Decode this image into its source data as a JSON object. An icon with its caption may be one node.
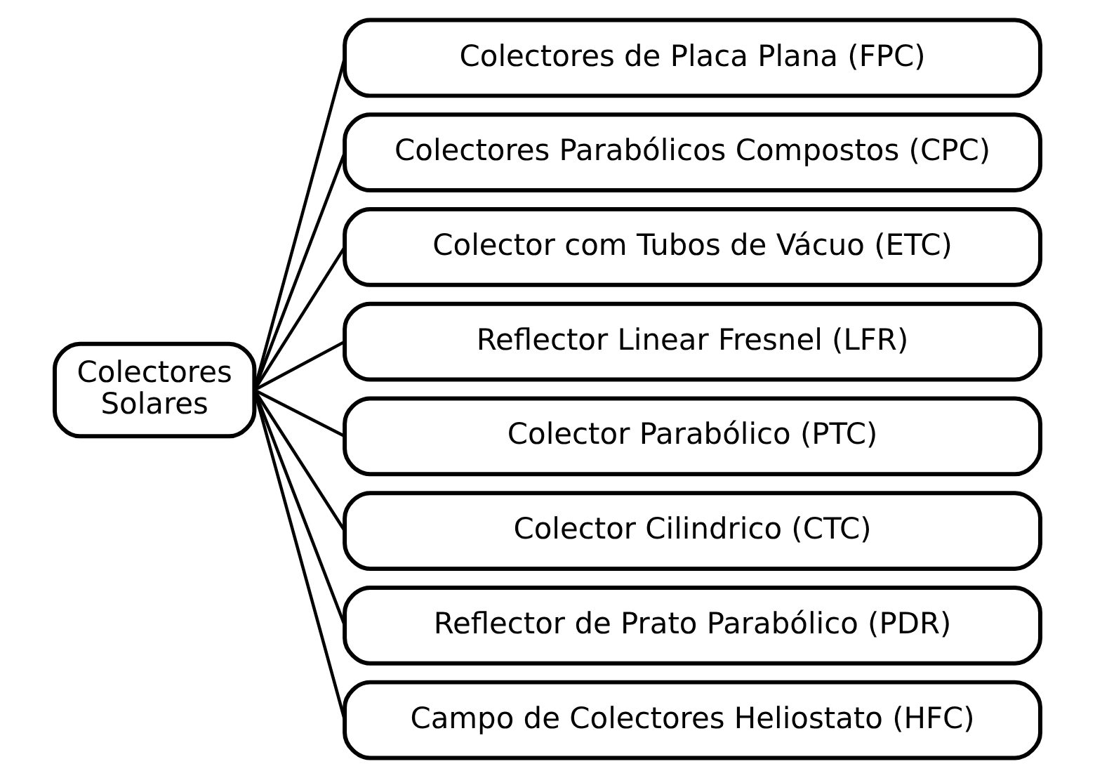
{
  "diagram": {
    "nodes": [
      {
        "text": [
          "Colectores Solares"
        ]
      },
      {
        "text": [
          "Colectores de Placa Plana (FPC)"
        ]
      },
      {
        "text": [
          "Colectores Parabólicos Compostos (CPC)"
        ]
      },
      {
        "text": [
          "Colector com Tubos de Vácuo (ETC)"
        ]
      },
      {
        "text": [
          "Reflector Linear Fresnel (LFR)"
        ]
      },
      {
        "text": [
          "Colector Parabólico (PTC)"
        ]
      },
      {
        "text": [
          "Colector Cilindrico (CTC)"
        ]
      },
      {
        "text": [
          "Reflector de Prato Parabólico (PDR)"
        ]
      },
      {
        "text": [
          "Campo de Colectores Heliostato (HFC)"
        ]
      }
    ],
    "edges": [
      {
        "from": 0,
        "to": 1,
        "arrow": "none"
      },
      {
        "from": 0,
        "to": 2,
        "arrow": "none"
      },
      {
        "from": 0,
        "to": 3,
        "arrow": "none"
      },
      {
        "from": 0,
        "to": 4,
        "arrow": "none"
      },
      {
        "from": 0,
        "to": 5,
        "arrow": "none"
      },
      {
        "from": 0,
        "to": 6,
        "arrow": "none"
      },
      {
        "from": 0,
        "to": 7,
        "arrow": "none"
      },
      {
        "from": 0,
        "to": 8,
        "arrow": "none"
      }
    ]
  }
}
